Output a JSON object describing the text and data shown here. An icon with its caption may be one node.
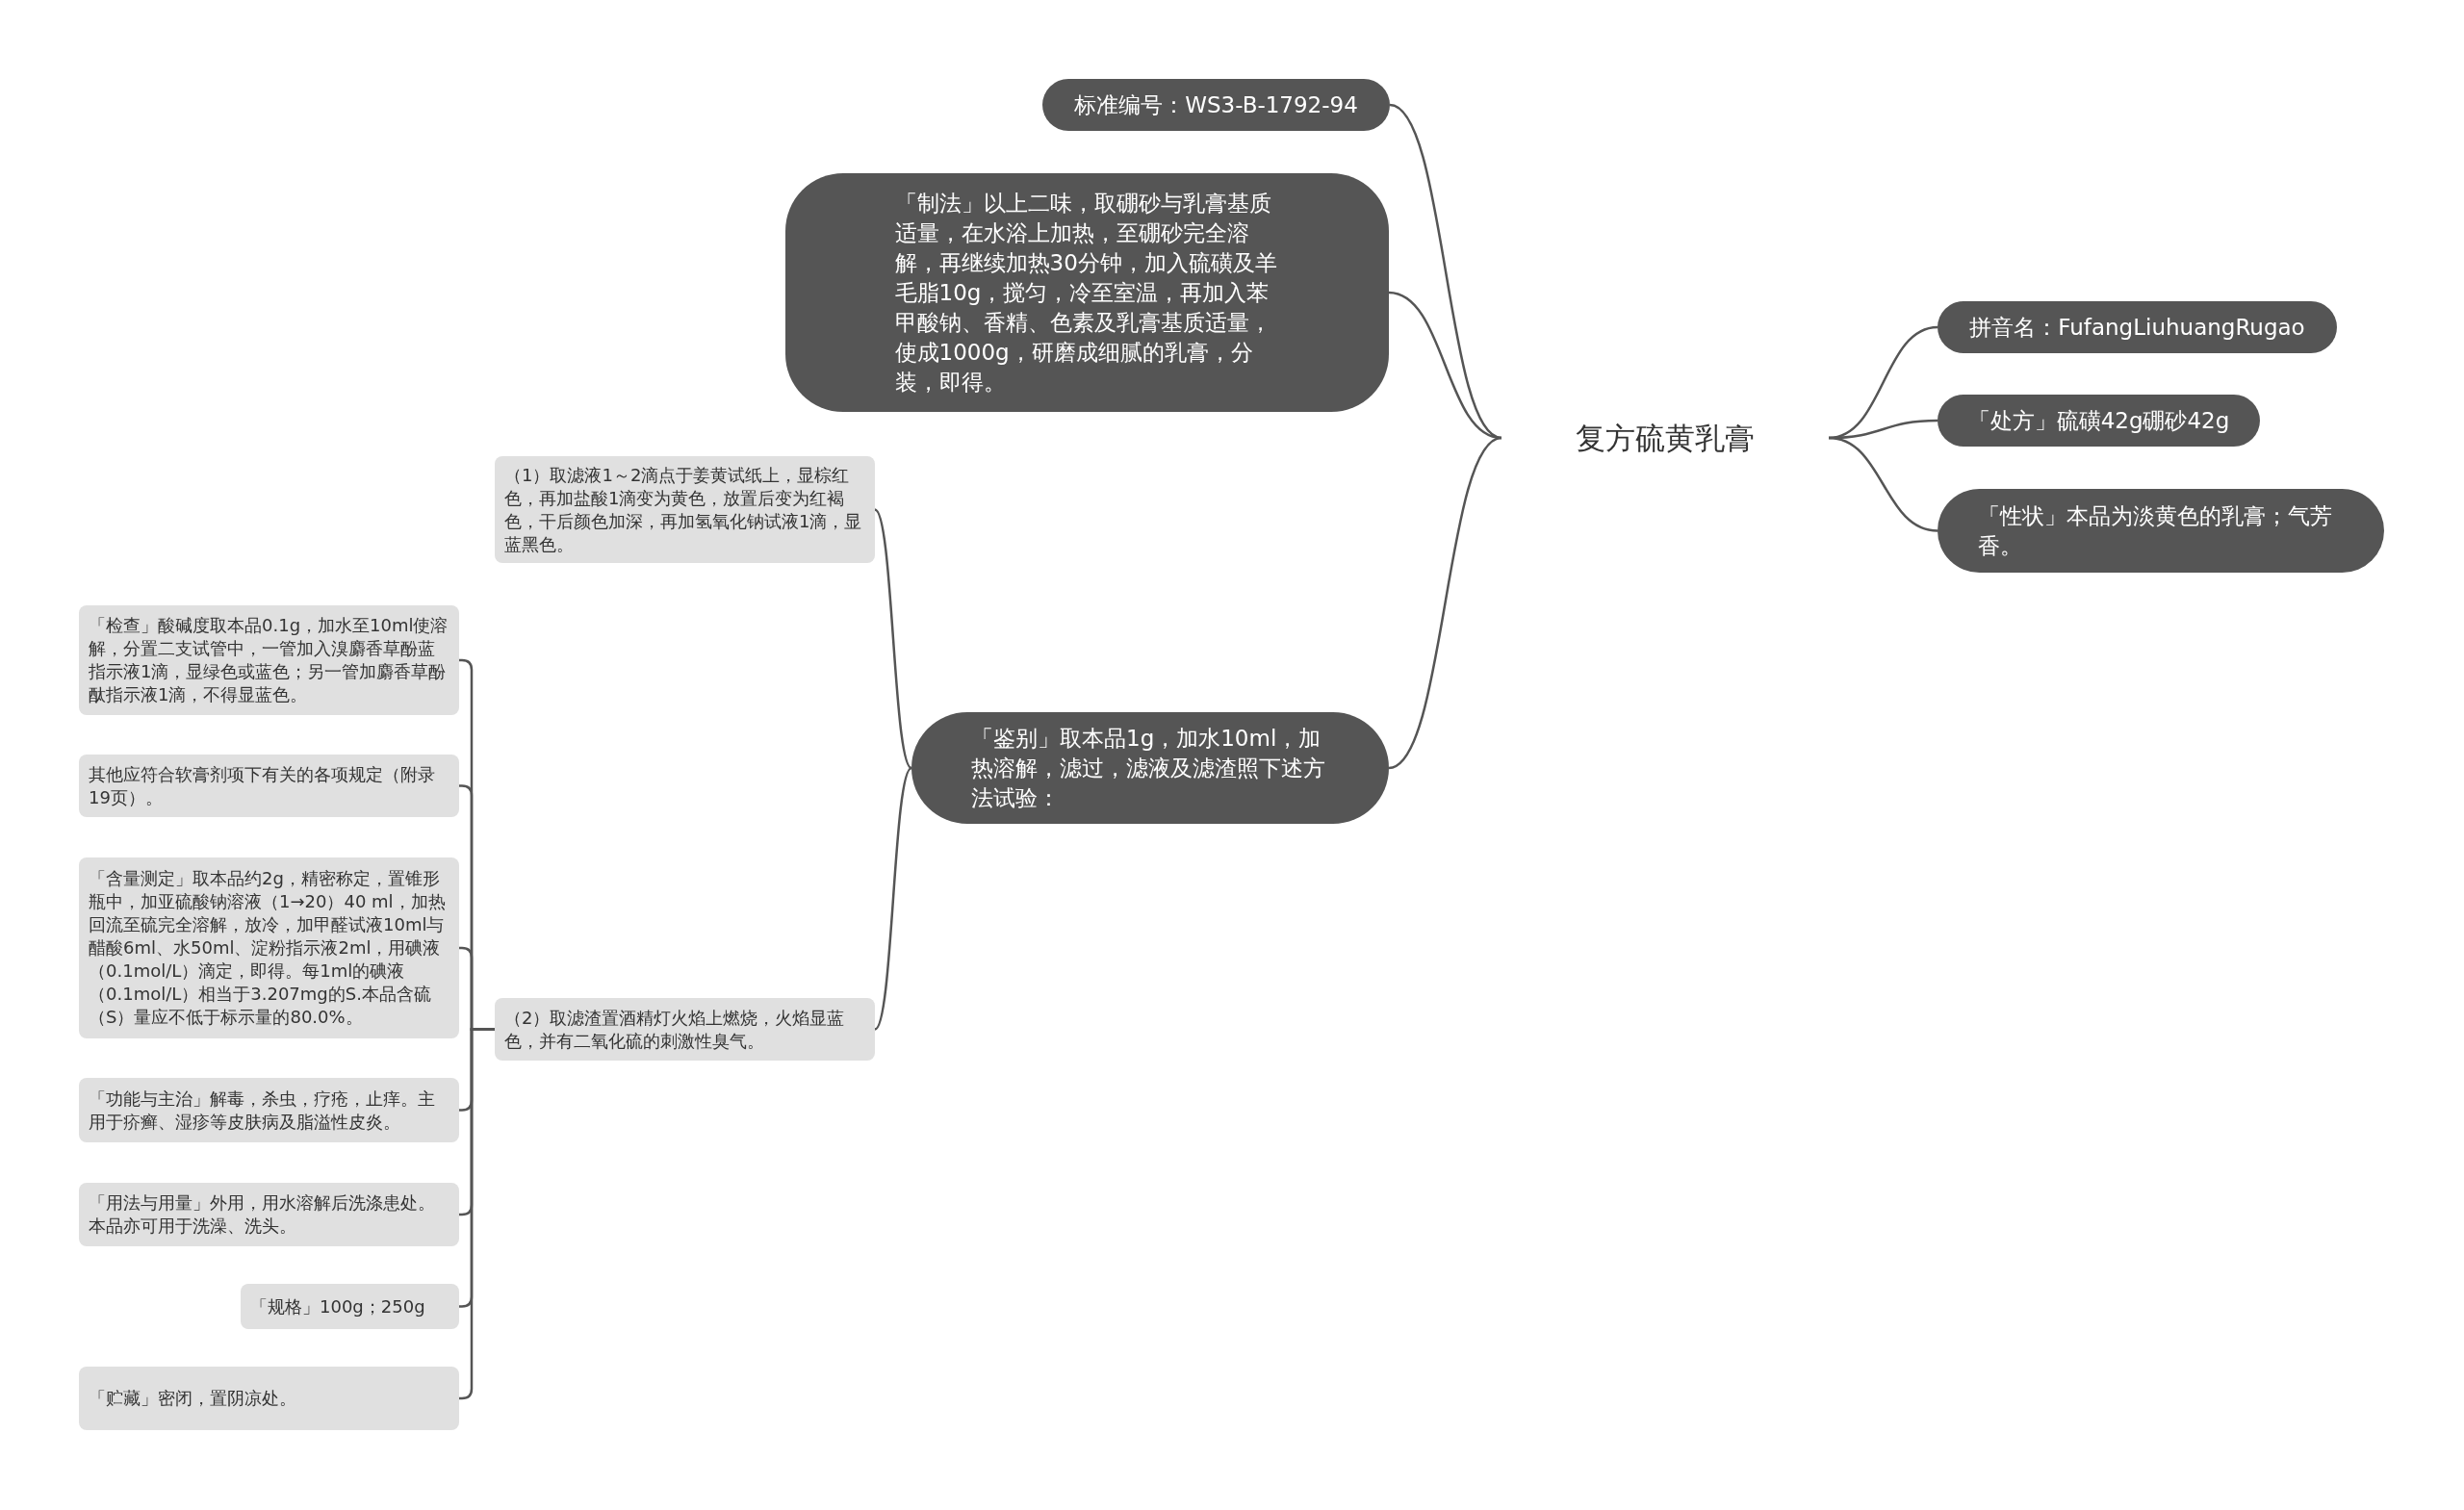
{
  "diagram": {
    "nodes": [
      {
        "text": [
          "复方硫黄乳膏"
        ]
      },
      {
        "text": [
          "标准编号：WS3-B-1792-94"
        ]
      },
      {
        "text": [
          "「制法」以上二味，取硼砂与乳膏基质适量，在水浴上加热，至硼砂完全溶解，再继续加热30分钟，加入硫磺及羊毛脂10g，搅匀，冷至室温，再加入苯甲酸钠、香精、色素及乳膏基质适量，使成1000g，研磨成细腻的乳膏，分装，即得。"
        ]
      },
      {
        "text": [
          "「鉴别」取本品1g，加水10ml，加热溶解，滤过，滤液及滤渣照下述方法试验："
        ]
      },
      {
        "text": [
          "（1）取滤液1～2滴点于姜黄试纸上，显棕红色，再加盐酸1滴变为黄色，放置后变为红褐色，干后颜色加深，再加氢氧化钠试液1滴，显蓝黑色。"
        ]
      },
      {
        "text": [
          "（2）取滤渣置酒精灯火焰上燃烧，火焰显蓝色，并有二氧化硫的刺激性臭气。"
        ]
      },
      {
        "text": [
          "「检查」酸碱度取本品0.1g，加水至10ml使溶解，分置二支试管中，一管加入溴麝香草酚蓝指示液1滴，显绿色或蓝色；另一管加麝香草酚酞指示液1滴，不得显蓝色。"
        ]
      },
      {
        "text": [
          "其他应符合软膏剂项下有关的各项规定（附录19页）。"
        ]
      },
      {
        "text": [
          "「含量测定」取本品约2g，精密称定，置锥形瓶中，加亚硫酸钠溶液（1→20）40 ml，加热回流至硫完全溶解，放冷，加甲醛试液10ml与醋酸6ml、水50ml、淀粉指示液2ml，用碘液（0.1mol/L）滴定，即得。每1ml的碘液（0.1mol/L）相当于3.207mg的S.本品含硫（S）量应不低于标示量的80.0%。"
        ]
      },
      {
        "text": [
          "「功能与主治」解毒，杀虫，疗疮，止痒。主用于疥癣、湿疹等皮肤病及脂溢性皮炎。"
        ]
      },
      {
        "text": [
          "「用法与用量」外用，用水溶解后洗涤患处。本品亦可用于洗澡、洗头。"
        ]
      },
      {
        "text": [
          "「规格」100g；250g"
        ]
      },
      {
        "text": [
          "「贮藏」密闭，置阴凉处。"
        ]
      },
      {
        "text": [
          "拼音名：FufangLiuhuangRugao"
        ]
      },
      {
        "text": [
          "「处方」硫磺42g硼砂42g"
        ]
      },
      {
        "text": [
          "「性状」本品为淡黄色的乳膏；气芳香。"
        ]
      }
    ],
    "edges": [
      {
        "from": 0,
        "to": 1,
        "arrow": "none"
      },
      {
        "from": 0,
        "to": 2,
        "arrow": "none"
      },
      {
        "from": 0,
        "to": 3,
        "arrow": "none"
      },
      {
        "from": 3,
        "to": 4,
        "arrow": "none"
      },
      {
        "from": 3,
        "to": 5,
        "arrow": "none"
      },
      {
        "from": 5,
        "to": 6,
        "arrow": "none"
      },
      {
        "from": 5,
        "to": 7,
        "arrow": "none"
      },
      {
        "from": 5,
        "to": 8,
        "arrow": "none"
      },
      {
        "from": 5,
        "to": 9,
        "arrow": "none"
      },
      {
        "from": 5,
        "to": 10,
        "arrow": "none"
      },
      {
        "from": 5,
        "to": 11,
        "arrow": "none"
      },
      {
        "from": 5,
        "to": 12,
        "arrow": "none"
      },
      {
        "from": 0,
        "to": 13,
        "arrow": "none"
      },
      {
        "from": 0,
        "to": 14,
        "arrow": "none"
      },
      {
        "from": 0,
        "to": 15,
        "arrow": "none"
      }
    ]
  }
}
